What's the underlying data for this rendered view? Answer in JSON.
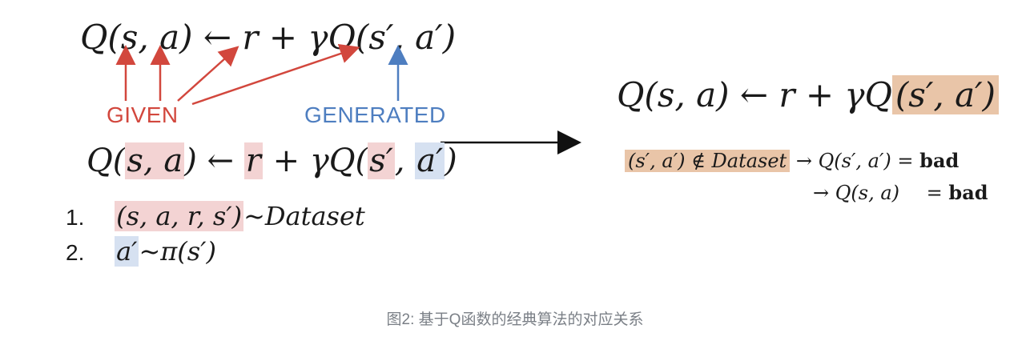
{
  "top_equation": {
    "lhs": "Q(s, a)",
    "arrow": "←",
    "r": "r",
    "plus_gamma_q": "+ γQ(",
    "sprime": "s′",
    "comma": ",",
    "aprime": "a′",
    "close": ")"
  },
  "labels": {
    "given": "GIVEN",
    "generated": "GENERATED"
  },
  "mid_equation": {
    "q_open": "Q(",
    "sa": "s, a",
    "close1": ")",
    "arrow": "←",
    "r": "r",
    "plus_gamma_q": "+ γQ(",
    "sprime": "s′",
    "comma": ",",
    "aprime": "a′",
    "close2": ")"
  },
  "steps": [
    {
      "num": "1.",
      "expr": "(s, a, r, s′)",
      "rest": "~Dataset"
    },
    {
      "num": "2.",
      "expr": "a′",
      "rest": "~π(s′)"
    }
  ],
  "right_equation": {
    "prefix": "Q(s, a) ← r + γQ",
    "highlighted": "(s′, a′)"
  },
  "consequences": {
    "condition": "(s′, a′) ∉ Dataset",
    "line1_arrow": "→ Q(s′, a′)",
    "line1_eq": "=",
    "line1_result": "bad",
    "line2_arrow": "→ Q(s, a)",
    "line2_eq": "=",
    "line2_result": "bad"
  },
  "caption": "图2: 基于Q函数的经典算法的对应关系",
  "colors": {
    "given": "#d2473d",
    "generated": "#4e7ec0",
    "highlight_red": "#f3d3d3",
    "highlight_blue": "#d6e1f1",
    "highlight_orange": "#e9c5a8"
  }
}
